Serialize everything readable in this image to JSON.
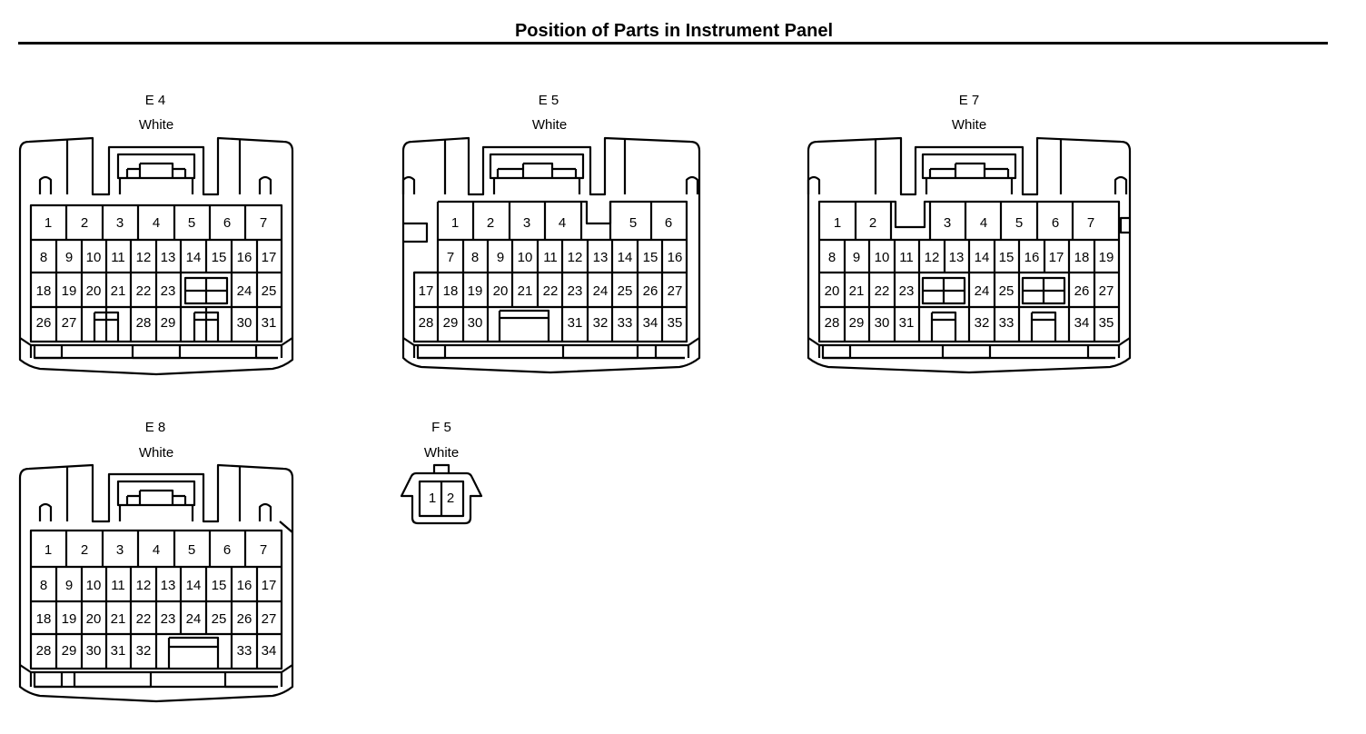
{
  "title": "Position of Parts in Instrument Panel",
  "connectors": [
    {
      "id": "E4",
      "code": "E 4",
      "color": "White",
      "rows": [
        [
          "1",
          "2",
          "3",
          "4",
          "5",
          "6",
          "7"
        ],
        [
          "8",
          "9",
          "10",
          "11",
          "12",
          "13",
          "14",
          "15",
          "16",
          "17"
        ],
        [
          "18",
          "19",
          "20",
          "21",
          "22",
          "23",
          "24",
          "25"
        ],
        [
          "26",
          "27",
          "28",
          "29",
          "30",
          "31"
        ]
      ]
    },
    {
      "id": "E5",
      "code": "E 5",
      "color": "White",
      "rows": [
        [
          "1",
          "2",
          "3",
          "4",
          "5",
          "6"
        ],
        [
          "7",
          "8",
          "9",
          "10",
          "11",
          "12",
          "13",
          "14",
          "15",
          "16"
        ],
        [
          "17",
          "18",
          "19",
          "20",
          "21",
          "22",
          "23",
          "24",
          "25",
          "26",
          "27"
        ],
        [
          "28",
          "29",
          "30",
          "31",
          "32",
          "33",
          "34",
          "35"
        ]
      ]
    },
    {
      "id": "E7",
      "code": "E 7",
      "color": "White",
      "rows": [
        [
          "1",
          "2",
          "3",
          "4",
          "5",
          "6",
          "7"
        ],
        [
          "8",
          "9",
          "10",
          "11",
          "12",
          "13",
          "14",
          "15",
          "16",
          "17",
          "18",
          "19"
        ],
        [
          "20",
          "21",
          "22",
          "23",
          "24",
          "25",
          "26",
          "27"
        ],
        [
          "28",
          "29",
          "30",
          "31",
          "32",
          "33",
          "34",
          "35"
        ]
      ]
    },
    {
      "id": "E8",
      "code": "E 8",
      "color": "White",
      "rows": [
        [
          "1",
          "2",
          "3",
          "4",
          "5",
          "6",
          "7"
        ],
        [
          "8",
          "9",
          "10",
          "11",
          "12",
          "13",
          "14",
          "15",
          "16",
          "17"
        ],
        [
          "18",
          "19",
          "20",
          "21",
          "22",
          "23",
          "24",
          "25",
          "26",
          "27"
        ],
        [
          "28",
          "29",
          "30",
          "31",
          "32",
          "33",
          "34"
        ]
      ]
    },
    {
      "id": "F5",
      "code": "F 5",
      "color": "White",
      "rows": [
        [
          "1",
          "2"
        ]
      ]
    }
  ]
}
